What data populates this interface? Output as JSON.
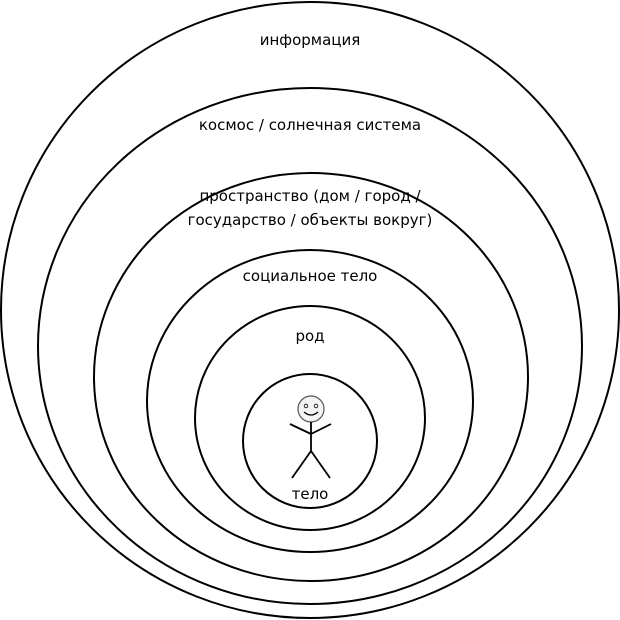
{
  "labels": {
    "information": "информация",
    "cosmos": "космос / солнечная система",
    "space_line1": "пространство (дом / город /",
    "space_line2": "государство / объекты вокруг)",
    "social_body": "социальное тело",
    "kin": "род",
    "body": "тело"
  },
  "icons": {
    "figure": "stick-figure-icon"
  },
  "colors": {
    "stroke": "#000000",
    "background": "#ffffff"
  }
}
